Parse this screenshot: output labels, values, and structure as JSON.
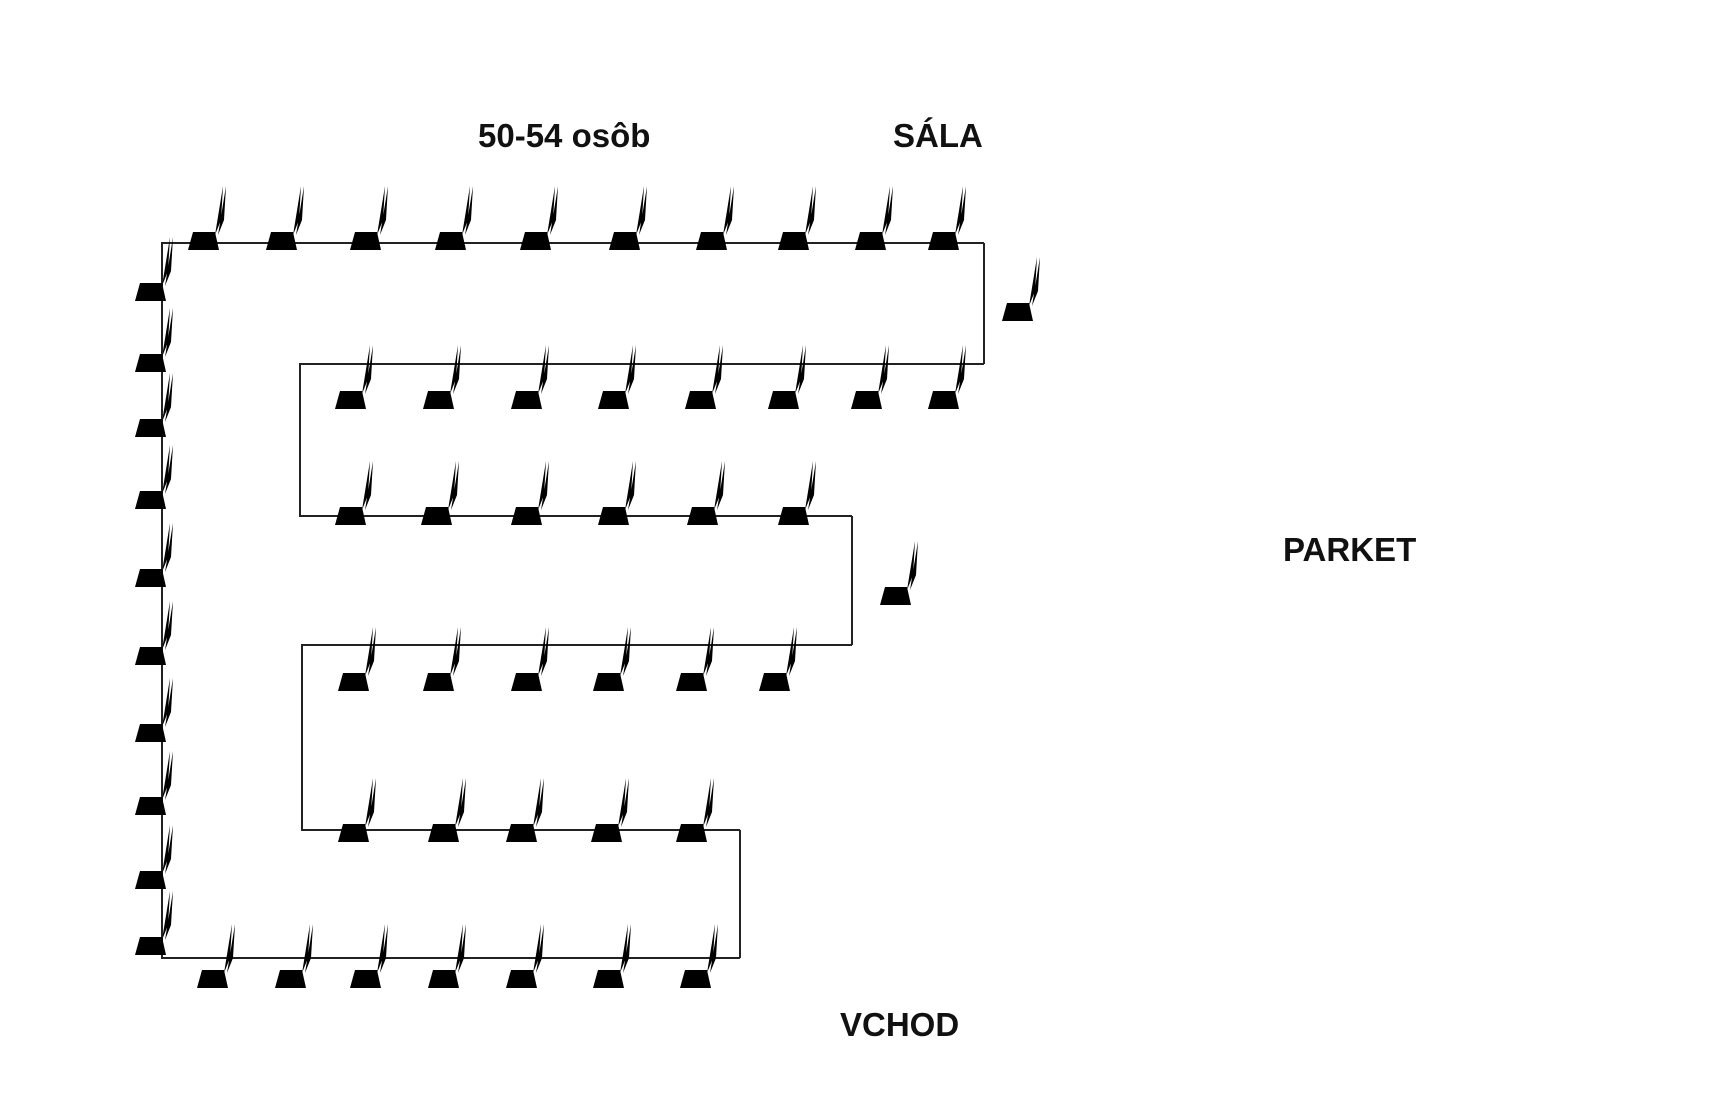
{
  "diagram": {
    "title": "50-54 osôb",
    "labels": {
      "hall": "SÁLA",
      "parquet": "PARKET",
      "entrance": "VCHOD"
    },
    "layout_type": "serpentine table seating plan",
    "colors": {
      "lines": "#222222",
      "chairs": "#111111",
      "background": "#ffffff"
    },
    "chair_icon": "chair-icon"
  }
}
